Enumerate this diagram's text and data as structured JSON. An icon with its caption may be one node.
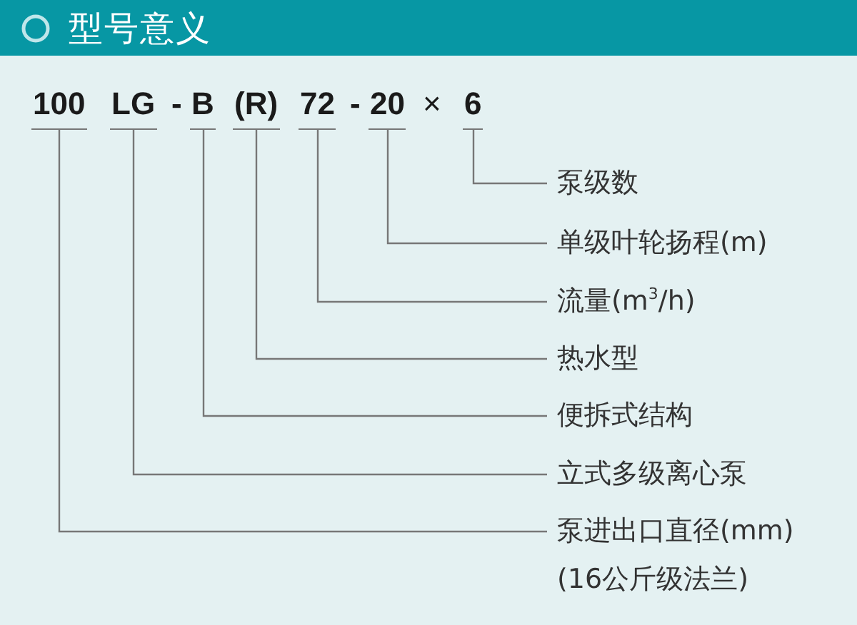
{
  "diagram": {
    "title": "型号意义",
    "nodes": [
      {
        "text": [
          "100"
        ]
      },
      {
        "text": [
          "LG"
        ]
      },
      {
        "text": [
          "B"
        ]
      },
      {
        "text": [
          "(R)"
        ]
      },
      {
        "text": [
          "72"
        ]
      },
      {
        "text": [
          "20"
        ]
      },
      {
        "text": [
          "6"
        ]
      },
      {
        "text": [
          "泵级数"
        ]
      },
      {
        "text": [
          "单级叶轮扬程(m)"
        ]
      },
      {
        "text": [
          "流量(m$^{3}$/h)"
        ]
      },
      {
        "text": [
          "热水型"
        ]
      },
      {
        "text": [
          "便拆式结构"
        ]
      },
      {
        "text": [
          "立式多级离心泵"
        ]
      },
      {
        "text": [
          "泵进出口直径(mm)",
          "(16公斤级法兰)"
        ]
      }
    ],
    "edges": [
      {
        "from": 6,
        "to": 7,
        "arrow": "none"
      },
      {
        "from": 5,
        "to": 8,
        "arrow": "none"
      },
      {
        "from": 4,
        "to": 9,
        "arrow": "none"
      },
      {
        "from": 3,
        "to": 10,
        "arrow": "none"
      },
      {
        "from": 2,
        "to": 11,
        "arrow": "none"
      },
      {
        "from": 1,
        "to": 12,
        "arrow": "none"
      },
      {
        "from": 0,
        "to": 13,
        "arrow": "none"
      }
    ],
    "labels": [
      "-",
      "-",
      "×"
    ]
  }
}
